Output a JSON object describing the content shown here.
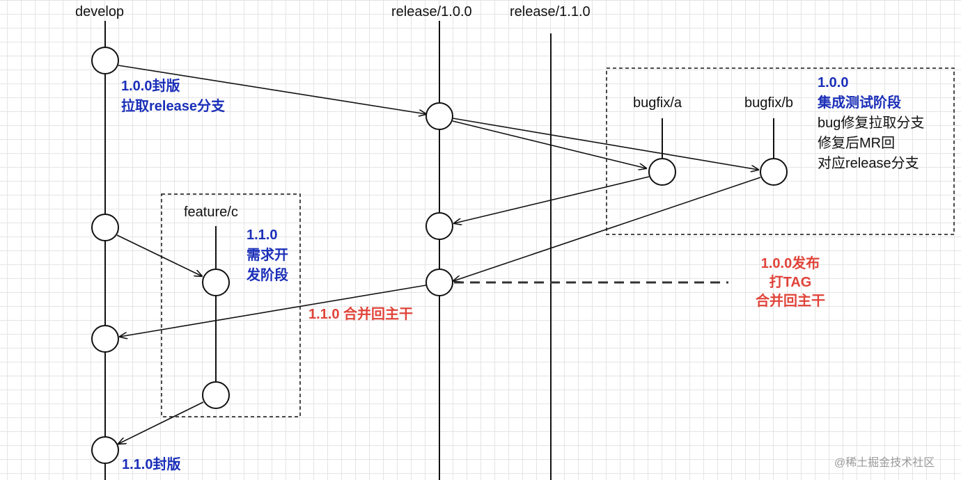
{
  "branches": {
    "develop": "develop",
    "release_100": "release/1.0.0",
    "release_110": "release/1.1.0",
    "bugfix_a": "bugfix/a",
    "bugfix_b": "bugfix/b",
    "feature_c": "feature/c"
  },
  "notes": {
    "seal_100": [
      "1.0.0封版",
      "拉取release分支"
    ],
    "integration_title": [
      "1.0.0",
      "集成测试阶段"
    ],
    "integration_desc": [
      "bug修复拉取分支",
      "修复后MR回",
      "对应release分支"
    ],
    "dev_110": [
      "1.1.0",
      "需求开",
      "发阶段"
    ],
    "publish_100": [
      "1.0.0发布",
      "打TAG",
      "合并回主干"
    ],
    "merge_110": "1.1.0 合并回主干",
    "seal_110": "1.1.0封版"
  },
  "watermark": "@稀土掘金技术社区",
  "colors": {
    "line": "#111111",
    "blue_text": "#1a2fb8",
    "red_text": "#e0443a",
    "grid": "#e4e4e4"
  }
}
